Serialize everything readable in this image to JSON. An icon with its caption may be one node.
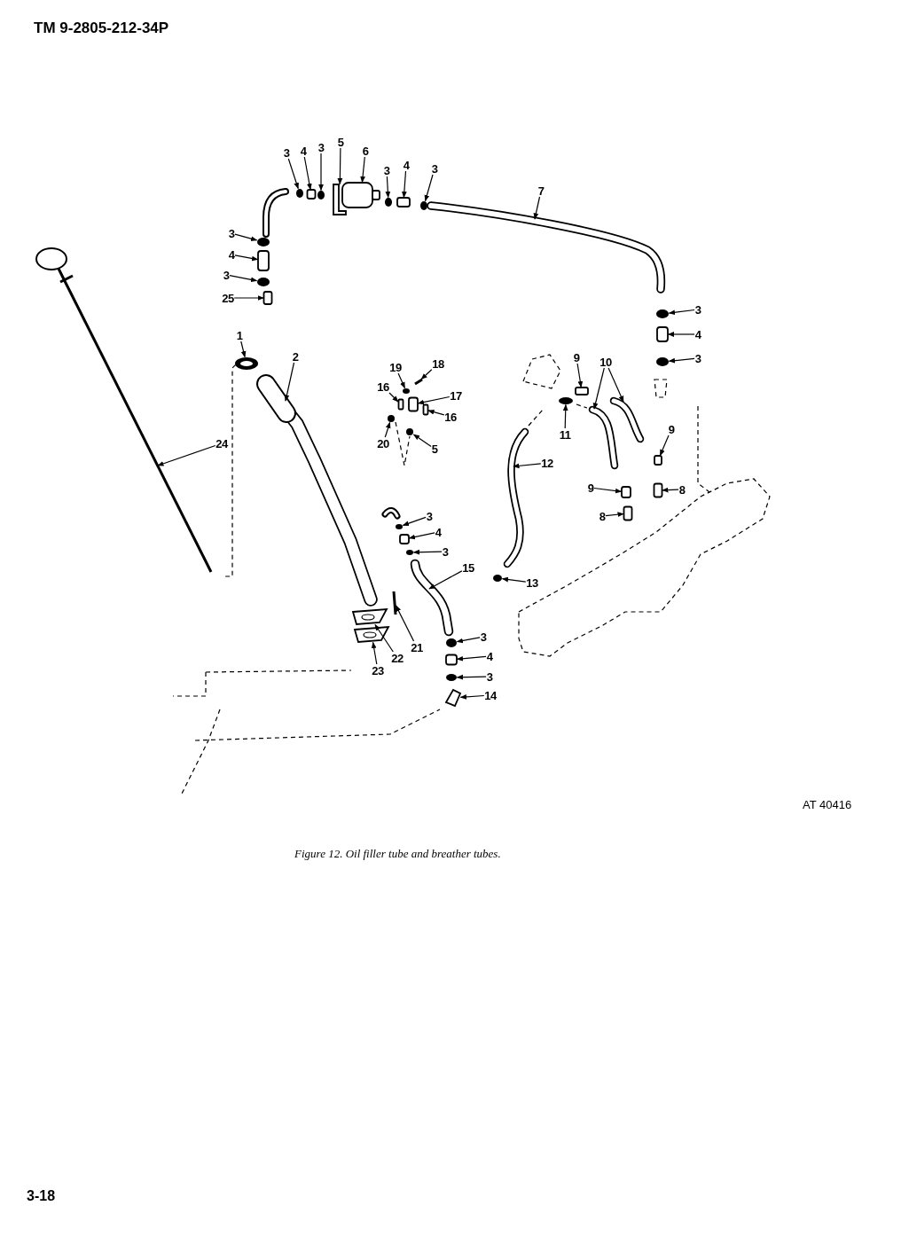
{
  "diagram": {
    "caption": "Figure 12. Oil filler tube and breather tubes.",
    "nodes": [
      {
        "text": [
          "3"
        ]
      },
      {
        "text": [
          "4"
        ]
      },
      {
        "text": [
          "3"
        ]
      },
      {
        "text": [
          "5"
        ]
      },
      {
        "text": [
          "6"
        ]
      },
      {
        "text": [
          "3"
        ]
      },
      {
        "text": [
          "4"
        ]
      },
      {
        "text": [
          "3"
        ]
      },
      {
        "text": [
          "7"
        ]
      },
      {
        "text": [
          "3"
        ]
      },
      {
        "text": [
          "4"
        ]
      },
      {
        "text": [
          "3"
        ]
      },
      {
        "text": [
          "25"
        ]
      },
      {
        "text": [
          "3"
        ]
      },
      {
        "text": [
          "4"
        ]
      },
      {
        "text": [
          "3"
        ]
      },
      {
        "text": [
          "1"
        ]
      },
      {
        "text": [
          "2"
        ]
      },
      {
        "text": [
          "19"
        ]
      },
      {
        "text": [
          "18"
        ]
      },
      {
        "text": [
          "16"
        ]
      },
      {
        "text": [
          "17"
        ]
      },
      {
        "text": [
          "20"
        ]
      },
      {
        "text": [
          "16"
        ]
      },
      {
        "text": [
          "5"
        ]
      },
      {
        "text": [
          "24"
        ]
      },
      {
        "text": [
          "9"
        ]
      },
      {
        "text": [
          "10"
        ]
      },
      {
        "text": [
          "11"
        ]
      },
      {
        "text": [
          "12"
        ]
      },
      {
        "text": [
          "9"
        ]
      },
      {
        "text": [
          "9"
        ]
      },
      {
        "text": [
          "8"
        ]
      },
      {
        "text": [
          "8"
        ]
      },
      {
        "text": [
          "13"
        ]
      },
      {
        "text": [
          "3"
        ]
      },
      {
        "text": [
          "4"
        ]
      },
      {
        "text": [
          "3"
        ]
      },
      {
        "text": [
          "15"
        ]
      },
      {
        "text": [
          "21"
        ]
      },
      {
        "text": [
          "22"
        ]
      },
      {
        "text": [
          "23"
        ]
      },
      {
        "text": [
          "3"
        ]
      },
      {
        "text": [
          "4"
        ]
      },
      {
        "text": [
          "3"
        ]
      },
      {
        "text": [
          "14"
        ]
      },
      {
        "text": [],
        "shape": "circle"
      },
      {
        "text": [],
        "shape": "box"
      },
      {
        "text": [],
        "shape": "circle"
      },
      {
        "text": [],
        "shape": "picture"
      },
      {
        "text": [],
        "shape": "box"
      },
      {
        "text": [],
        "shape": "circle"
      },
      {
        "text": [],
        "shape": "box"
      },
      {
        "text": [],
        "shape": "circle"
      },
      {
        "text": [],
        "shape": "picture"
      },
      {
        "text": [],
        "shape": "circle"
      },
      {
        "text": [],
        "shape": "box"
      },
      {
        "text": [],
        "shape": "circle"
      },
      {
        "text": [],
        "shape": "box"
      },
      {
        "text": [],
        "shape": "circle"
      },
      {
        "text": [],
        "shape": "box"
      },
      {
        "text": [],
        "shape": "circle"
      },
      {
        "text": [],
        "shape": "picture"
      },
      {
        "text": [],
        "shape": "picture"
      },
      {
        "text": [],
        "shape": "circle"
      },
      {
        "text": [],
        "shape": "picture"
      },
      {
        "text": [],
        "shape": "box"
      },
      {
        "text": [],
        "shape": "box"
      },
      {
        "text": [],
        "shape": "circle"
      },
      {
        "text": [],
        "shape": "box"
      },
      {
        "text": [],
        "shape": "circle"
      },
      {
        "text": [],
        "shape": "picture"
      },
      {
        "text": [],
        "shape": "box"
      },
      {
        "text": [],
        "shape": "picture"
      },
      {
        "text": [],
        "shape": "picture"
      },
      {
        "text": [],
        "shape": "circle"
      },
      {
        "text": [],
        "shape": "picture"
      },
      {
        "text": [],
        "shape": "box"
      },
      {
        "text": [],
        "shape": "box"
      },
      {
        "text": [],
        "shape": "box"
      },
      {
        "text": [],
        "shape": "box"
      },
      {
        "text": [],
        "shape": "circle"
      },
      {
        "text": [],
        "shape": "circle"
      },
      {
        "text": [],
        "shape": "box"
      },
      {
        "text": [],
        "shape": "circle"
      },
      {
        "text": [],
        "shape": "picture"
      },
      {
        "text": [],
        "shape": "picture"
      },
      {
        "text": [],
        "shape": "picture"
      },
      {
        "text": [],
        "shape": "picture"
      },
      {
        "text": [],
        "shape": "circle"
      },
      {
        "text": [],
        "shape": "box"
      },
      {
        "text": [],
        "shape": "circle"
      },
      {
        "text": [],
        "shape": "picture"
      }
    ],
    "edges": [
      {
        "from": 0,
        "to": 46,
        "arrow": "to"
      },
      {
        "from": 1,
        "to": 47,
        "arrow": "to"
      },
      {
        "from": 2,
        "to": 48,
        "arrow": "to"
      },
      {
        "from": 3,
        "to": 49,
        "arrow": "to"
      },
      {
        "from": 4,
        "to": 50,
        "arrow": "to"
      },
      {
        "from": 5,
        "to": 51,
        "arrow": "to"
      },
      {
        "from": 6,
        "to": 52,
        "arrow": "to"
      },
      {
        "from": 7,
        "to": 53,
        "arrow": "to"
      },
      {
        "from": 8,
        "to": 54,
        "arrow": "to"
      },
      {
        "from": 9,
        "to": 55,
        "arrow": "to"
      },
      {
        "from": 10,
        "to": 56,
        "arrow": "to"
      },
      {
        "from": 11,
        "to": 57,
        "arrow": "to"
      },
      {
        "from": 12,
        "to": 58,
        "arrow": "to"
      },
      {
        "from": 13,
        "to": 59,
        "arrow": "to"
      },
      {
        "from": 14,
        "to": 60,
        "arrow": "to"
      },
      {
        "from": 15,
        "to": 61,
        "arrow": "to"
      },
      {
        "from": 16,
        "to": 62,
        "arrow": "to"
      },
      {
        "from": 17,
        "to": 63,
        "arrow": "to"
      },
      {
        "from": 18,
        "to": 64,
        "arrow": "to"
      },
      {
        "from": 19,
        "to": 65,
        "arrow": "to"
      },
      {
        "from": 20,
        "to": 66,
        "arrow": "to"
      },
      {
        "from": 21,
        "to": 67,
        "arrow": "to"
      },
      {
        "from": 22,
        "to": 68,
        "arrow": "to"
      },
      {
        "from": 23,
        "to": 69,
        "arrow": "to"
      },
      {
        "from": 24,
        "to": 70,
        "arrow": "to"
      },
      {
        "from": 25,
        "to": 71,
        "arrow": "to"
      },
      {
        "from": 26,
        "to": 72,
        "arrow": "to"
      },
      {
        "from": 27,
        "to": 73,
        "arrow": "to"
      },
      {
        "from": 27,
        "to": 74,
        "arrow": "to"
      },
      {
        "from": 28,
        "to": 75,
        "arrow": "to"
      },
      {
        "from": 29,
        "to": 76,
        "arrow": "to"
      },
      {
        "from": 30,
        "to": 77,
        "arrow": "to"
      },
      {
        "from": 31,
        "to": 78,
        "arrow": "to"
      },
      {
        "from": 32,
        "to": 79,
        "arrow": "to"
      },
      {
        "from": 33,
        "to": 80,
        "arrow": "to"
      },
      {
        "from": 34,
        "to": 81,
        "arrow": "to"
      },
      {
        "from": 35,
        "to": 82,
        "arrow": "to"
      },
      {
        "from": 36,
        "to": 83,
        "arrow": "to"
      },
      {
        "from": 37,
        "to": 84,
        "arrow": "to"
      },
      {
        "from": 38,
        "to": 85,
        "arrow": "to"
      },
      {
        "from": 39,
        "to": 86,
        "arrow": "to"
      },
      {
        "from": 40,
        "to": 87,
        "arrow": "to"
      },
      {
        "from": 41,
        "to": 88,
        "arrow": "to"
      },
      {
        "from": 42,
        "to": 89,
        "arrow": "to"
      },
      {
        "from": 43,
        "to": 90,
        "arrow": "to"
      },
      {
        "from": 44,
        "to": 91,
        "arrow": "to"
      },
      {
        "from": 45,
        "to": 92,
        "arrow": "to"
      }
    ],
    "labels": [
      "TM 9-2805-212-34P",
      "AT 40416",
      "3-18"
    ]
  }
}
